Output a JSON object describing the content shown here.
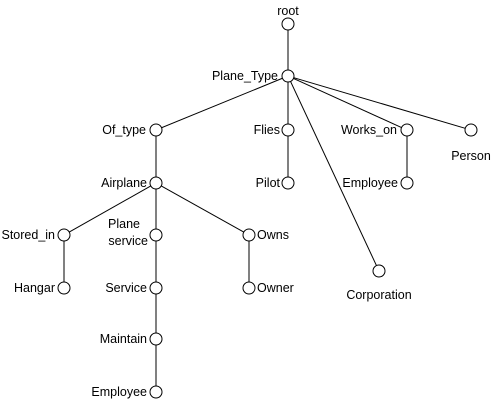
{
  "diagram": {
    "type": "tree",
    "nodes": [
      {
        "id": "root",
        "label": "root"
      },
      {
        "id": "plane_type",
        "label": "Plane_Type"
      },
      {
        "id": "of_type",
        "label": "Of_type"
      },
      {
        "id": "flies",
        "label": "Flies"
      },
      {
        "id": "works_on",
        "label": "Works_on"
      },
      {
        "id": "person",
        "label": "Person"
      },
      {
        "id": "corporation",
        "label": "Corporation"
      },
      {
        "id": "airplane",
        "label": "Airplane"
      },
      {
        "id": "pilot",
        "label": "Pilot"
      },
      {
        "id": "employee_1",
        "label": "Employee"
      },
      {
        "id": "stored_in",
        "label": "Stored_in"
      },
      {
        "id": "plane_service",
        "label_lines": [
          "Plane",
          "service"
        ]
      },
      {
        "id": "owns",
        "label": "Owns"
      },
      {
        "id": "hangar",
        "label": "Hangar"
      },
      {
        "id": "service",
        "label": "Service"
      },
      {
        "id": "owner",
        "label": "Owner"
      },
      {
        "id": "maintain",
        "label": "Maintain"
      },
      {
        "id": "employee_2",
        "label": "Employee"
      }
    ],
    "edges": [
      [
        "root",
        "plane_type"
      ],
      [
        "plane_type",
        "of_type"
      ],
      [
        "plane_type",
        "flies"
      ],
      [
        "plane_type",
        "works_on"
      ],
      [
        "plane_type",
        "person"
      ],
      [
        "plane_type",
        "corporation"
      ],
      [
        "of_type",
        "airplane"
      ],
      [
        "flies",
        "pilot"
      ],
      [
        "works_on",
        "employee_1"
      ],
      [
        "airplane",
        "stored_in"
      ],
      [
        "airplane",
        "plane_service"
      ],
      [
        "airplane",
        "owns"
      ],
      [
        "stored_in",
        "hangar"
      ],
      [
        "plane_service",
        "service"
      ],
      [
        "owns",
        "owner"
      ],
      [
        "service",
        "maintain"
      ],
      [
        "maintain",
        "employee_2"
      ]
    ]
  }
}
